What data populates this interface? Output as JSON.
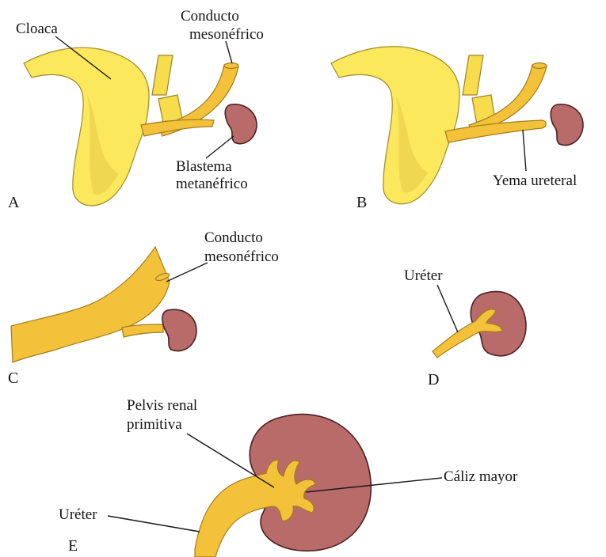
{
  "panels": {
    "a": {
      "letter": "A",
      "cloaca": "Cloaca",
      "duct_line1": "Conducto",
      "duct_line2": "mesonéfrico",
      "blastema_line1": "Blastema",
      "blastema_line2": "metanéfrico"
    },
    "b": {
      "letter": "B",
      "bud": "Yema ureteral"
    },
    "c": {
      "letter": "C",
      "duct_line1": "Conducto",
      "duct_line2": "mesonéfrico"
    },
    "d": {
      "letter": "D",
      "ureter": "Uréter"
    },
    "e": {
      "letter": "E",
      "pelvis_line1": "Pelvis renal",
      "pelvis_line2": "primitiva",
      "calyx": "Cáliz mayor",
      "ureter": "Uréter"
    }
  },
  "colors": {
    "cloaca": "#fbe85c",
    "duct": "#f4c23a",
    "kidney": "#b86b68"
  }
}
